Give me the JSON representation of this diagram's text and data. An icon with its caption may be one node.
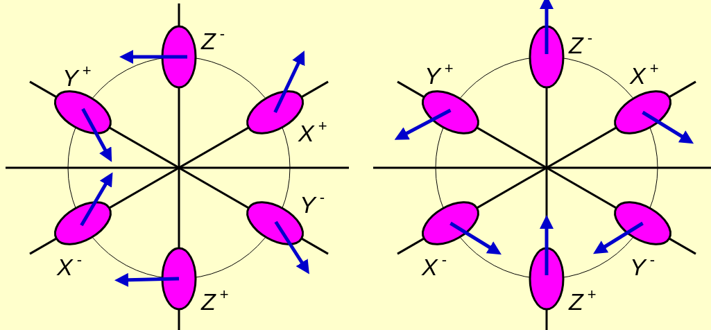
{
  "diagram": {
    "nodes": [
      {
        "text": [],
        "shape": "ellipse",
        "beside": [
          "Z$^{-}$"
        ]
      },
      {
        "text": [],
        "shape": "ellipse",
        "beside": [
          "Y$^{+}$"
        ]
      },
      {
        "text": [],
        "shape": "ellipse",
        "beside": [
          "X$^{+}$"
        ]
      },
      {
        "text": [],
        "shape": "ellipse",
        "beside": [
          "X$^{-}$"
        ]
      },
      {
        "text": [],
        "shape": "ellipse",
        "beside": [
          "Y$^{-}$"
        ]
      },
      {
        "text": [],
        "shape": "ellipse",
        "beside": [
          "Z$^{+}$"
        ]
      },
      {
        "text": [],
        "shape": "ellipse",
        "beside": [
          "Z$^{-}$"
        ]
      },
      {
        "text": [],
        "shape": "ellipse",
        "beside": [
          "Y$^{+}$"
        ]
      },
      {
        "text": [],
        "shape": "ellipse",
        "beside": [
          "X$^{+}$"
        ]
      },
      {
        "text": [],
        "shape": "ellipse",
        "beside": [
          "X$^{-}$"
        ]
      },
      {
        "text": [],
        "shape": "ellipse",
        "beside": [
          "Y$^{-}$"
        ]
      },
      {
        "text": [],
        "shape": "ellipse",
        "beside": [
          "Z$^{+}$"
        ]
      }
    ]
  }
}
